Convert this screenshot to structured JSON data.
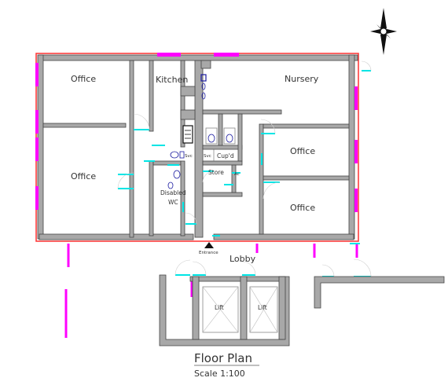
{
  "plan": {
    "rooms": {
      "office_tl": "Office",
      "kitchen": "Kitchen",
      "nursery": "Nursery",
      "office_ml": "Office",
      "office_r1": "Office",
      "office_r2": "Office",
      "disabled_wc_1": "Disabled",
      "disabled_wc_2": "WC",
      "store": "Store",
      "cupd": "Cup'd",
      "ac": "Ac",
      "svc_1": "Svc",
      "svc_2": "Svc",
      "lobby": "Lobby",
      "lift_1": "Lift",
      "lift_2": "Lift",
      "entrance": "Entrance"
    },
    "title": "Floor Plan",
    "scale": "Scale 1:100"
  },
  "colors": {
    "boundary": "#ff3030",
    "window": "#ff00ff",
    "door": "#00e5e5",
    "wall": "#a8a8a8",
    "fixture": "#1a1aa0"
  },
  "icons": {
    "north": "compass-star-icon",
    "entrance": "entrance-arrow-icon"
  }
}
